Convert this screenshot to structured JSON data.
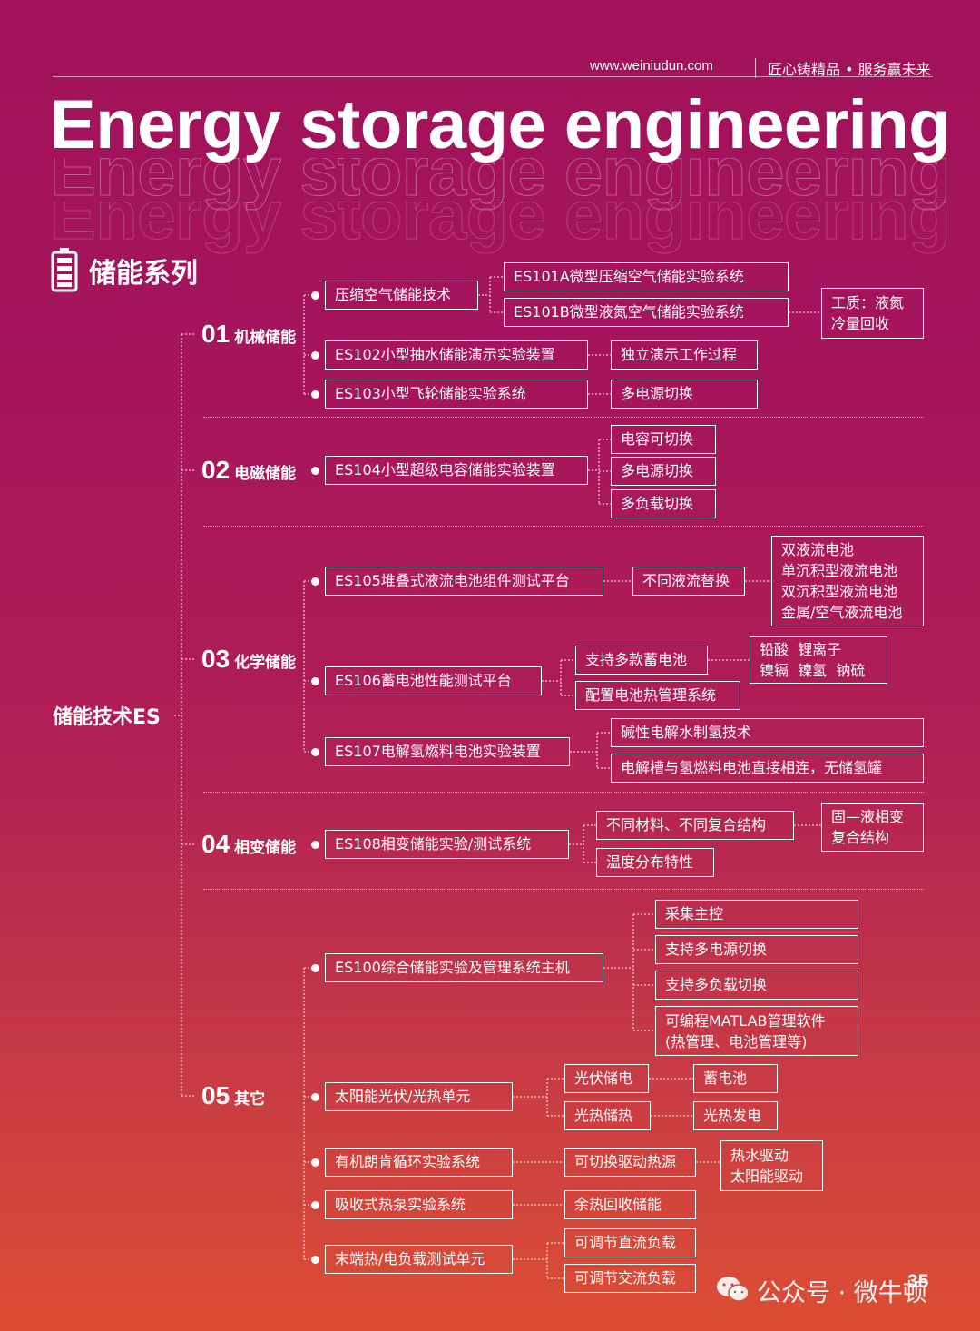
{
  "header": {
    "url": "www.weiniudun.com",
    "slogan": "匠心铸精品 • 服务赢未来"
  },
  "title": "Energy storage engineering",
  "series_title": "储能系列",
  "root": "储能技术ES",
  "sections": [
    {
      "num": "01",
      "label": "机械储能"
    },
    {
      "num": "02",
      "label": "电磁储能"
    },
    {
      "num": "03",
      "label": "化学储能"
    },
    {
      "num": "04",
      "label": "相变储能"
    },
    {
      "num": "05",
      "label": "其它"
    }
  ],
  "boxes": {
    "b1": "压缩空气储能技术",
    "b2": "ES101A微型压缩空气储能实验系统",
    "b3": "ES101B微型液氮空气储能实验系统",
    "b4": [
      "工质：液氮",
      "冷量回收"
    ],
    "b5": "ES102小型抽水储能演示实验装置",
    "b6": "独立演示工作过程",
    "b7": "ES103小型飞轮储能实验系统",
    "b8": "多电源切换",
    "b9": "ES104小型超级电容储能实验装置",
    "b10": "电容可切换",
    "b11": "多电源切换",
    "b12": "多负载切换",
    "b13": "ES105堆叠式液流电池组件测试平台",
    "b14": "不同液流替换",
    "b15": [
      "双液流电池",
      "单沉积型液流电池",
      "双沉积型液流电池",
      "金属/空气液流电池"
    ],
    "b16": "ES106蓄电池性能测试平台",
    "b17": "支持多款蓄电池",
    "b18": [
      "铅酸  锂离子",
      "镍镉  镍氢  钠硫"
    ],
    "b19": "配置电池热管理系统",
    "b20": "ES107电解氢燃料电池实验装置",
    "b21": "碱性电解水制氢技术",
    "b22": "电解槽与氢燃料电池直接相连，无储氢罐",
    "b23": "ES108相变储能实验/测试系统",
    "b24": "不同材料、不同复合结构",
    "b25": [
      "固—液相变",
      "复合结构"
    ],
    "b26": "温度分布特性",
    "b27": "ES100综合储能实验及管理系统主机",
    "b28": "采集主控",
    "b29": "支持多电源切换",
    "b30": "支持多负载切换",
    "b31": [
      "可编程MATLAB管理软件",
      "(热管理、电池管理等)"
    ],
    "b32": "太阳能光伏/光热单元",
    "b33": "光伏储电",
    "b34": "蓄电池",
    "b35": "光热储热",
    "b36": "光热发电",
    "b37": "有机朗肯循环实验系统",
    "b38": "可切换驱动热源",
    "b39": [
      "热水驱动",
      "太阳能驱动"
    ],
    "b40": "吸收式热泵实验系统",
    "b41": "余热回收储能",
    "b42": "末端热/电负载测试单元",
    "b43": "可调节直流负载",
    "b44": "可调节交流负载"
  },
  "watermark": "公众号 · 微牛顿",
  "page_number": "35"
}
